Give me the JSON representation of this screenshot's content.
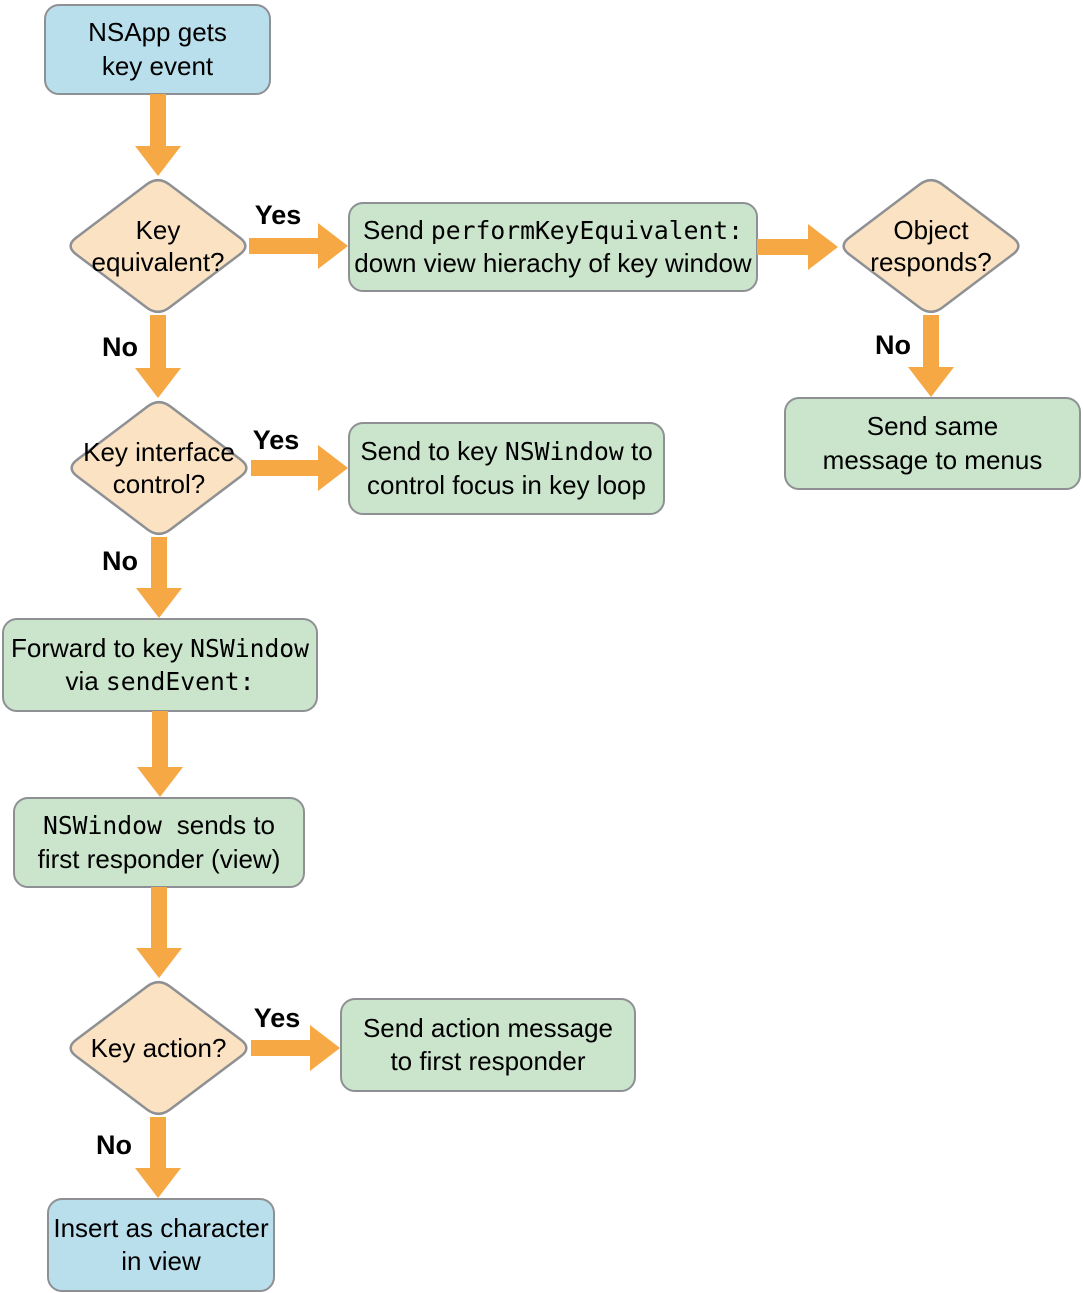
{
  "diagram_title": "NSApp key event dispatch flowchart",
  "colors": {
    "node_blue": "#BADFEC",
    "node_green": "#CBE5CD",
    "node_peach": "#FBE2C3",
    "arrow_orange": "#F6A845",
    "border_gray": "#8E9093",
    "text": "#000000",
    "background": "#FFFFFF"
  },
  "nodes": {
    "nsapp_gets_key_event": {
      "type": "terminal",
      "lines": [
        [
          {
            "t": "NSApp gets"
          }
        ],
        [
          {
            "t": "key event"
          }
        ]
      ]
    },
    "key_equivalent": {
      "type": "decision",
      "lines": [
        [
          {
            "t": "Key"
          }
        ],
        [
          {
            "t": "equivalent?"
          }
        ]
      ]
    },
    "send_perform_key_equivalent": {
      "type": "process",
      "lines": [
        [
          {
            "t": "Send "
          },
          {
            "t": "performKeyEquivalent:",
            "m": true
          }
        ],
        [
          {
            "t": "down view hierachy of key window"
          }
        ]
      ]
    },
    "object_responds": {
      "type": "decision",
      "lines": [
        [
          {
            "t": "Object"
          }
        ],
        [
          {
            "t": "responds?"
          }
        ]
      ]
    },
    "send_same_message_to_menus": {
      "type": "process",
      "lines": [
        [
          {
            "t": "Send same"
          }
        ],
        [
          {
            "t": "message to menus"
          }
        ]
      ]
    },
    "key_interface_control": {
      "type": "decision",
      "lines": [
        [
          {
            "t": "Key interface"
          }
        ],
        [
          {
            "t": "control?"
          }
        ]
      ]
    },
    "send_to_key_window": {
      "type": "process",
      "lines": [
        [
          {
            "t": "Send to key "
          },
          {
            "t": "NSWindow",
            "m": true
          },
          {
            "t": " to"
          }
        ],
        [
          {
            "t": "control focus in key loop"
          }
        ]
      ]
    },
    "forward_to_key_window": {
      "type": "process",
      "lines": [
        [
          {
            "t": "Forward to key "
          },
          {
            "t": "NSWindow",
            "m": true
          }
        ],
        [
          {
            "t": "via "
          },
          {
            "t": "sendEvent:",
            "m": true
          }
        ]
      ]
    },
    "nswindow_sends_to_first_responder": {
      "type": "process",
      "lines": [
        [
          {
            "t": "NSWindow ",
            "m": true
          },
          {
            "t": " sends to"
          }
        ],
        [
          {
            "t": "first responder (view)"
          }
        ]
      ]
    },
    "key_action": {
      "type": "decision",
      "lines": [
        [
          {
            "t": "Key action?"
          }
        ]
      ]
    },
    "send_action_message": {
      "type": "process",
      "lines": [
        [
          {
            "t": "Send action message"
          }
        ],
        [
          {
            "t": "to first responder"
          }
        ]
      ]
    },
    "insert_as_character": {
      "type": "terminal",
      "lines": [
        [
          {
            "t": "Insert as character"
          }
        ],
        [
          {
            "t": "in view"
          }
        ]
      ]
    }
  },
  "edges": {
    "key_equivalent_yes": "Yes",
    "key_equivalent_no": "No",
    "object_responds_no": "No",
    "key_interface_control_yes": "Yes",
    "key_interface_control_no": "No",
    "key_action_yes": "Yes",
    "key_action_no": "No"
  }
}
